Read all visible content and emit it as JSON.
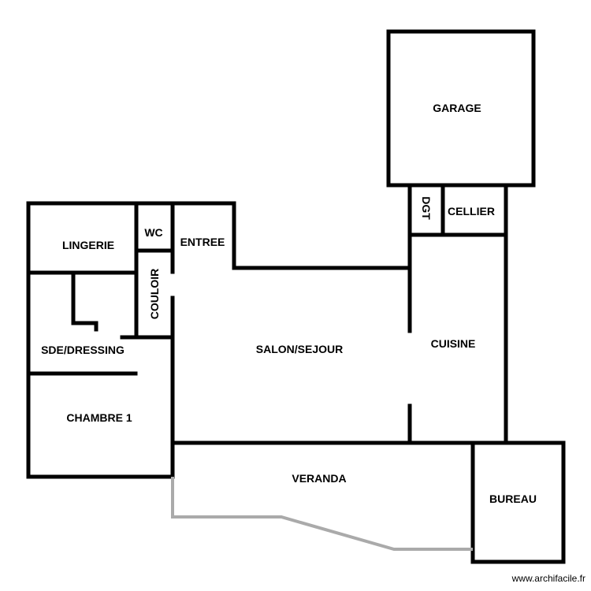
{
  "plan": {
    "wall_color": "#000000",
    "light_wall_color": "#aaaaaa",
    "rooms": {
      "garage": "GARAGE",
      "dgt": "DGT",
      "cellier": "CELLIER",
      "wc": "WC",
      "entree": "ENTREE",
      "lingerie": "LINGERIE",
      "couloir": "COULOIR",
      "cuisine": "CUISINE",
      "salon_sejour": "SALON/SEJOUR",
      "sde_dressing": "SDE/DRESSING",
      "chambre_1": "CHAMBRE 1",
      "veranda": "VERANDA",
      "bureau": "BUREAU"
    }
  },
  "watermark": "www.archifacile.fr"
}
